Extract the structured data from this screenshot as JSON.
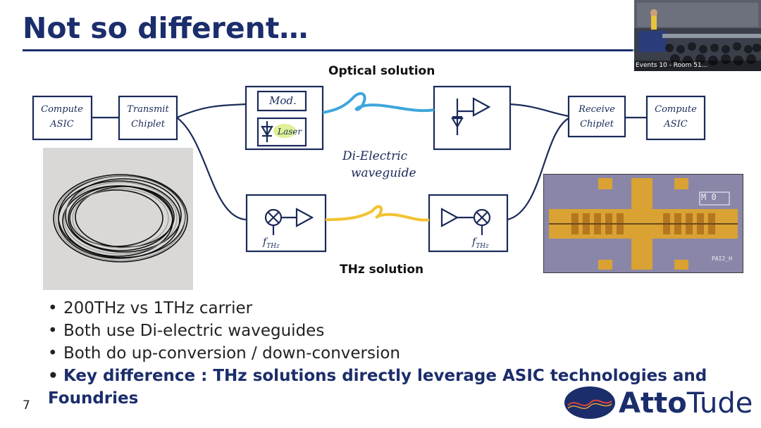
{
  "slide": {
    "title": "Not so different…",
    "page_number": "7"
  },
  "diagram": {
    "optical_label": "Optical solution",
    "thz_label": "THz solution",
    "compute_asic_left": [
      "Compute",
      "ASIC"
    ],
    "transmit_chiplet": [
      "Transmit",
      "Chiplet"
    ],
    "mod": "Mod.",
    "laser": "Laser",
    "waveguide": [
      "Di-Electric",
      "waveguide"
    ],
    "receive_chiplet": [
      "Receive",
      "Chiplet"
    ],
    "compute_asic_right": [
      "Compute",
      "ASIC"
    ],
    "fthz": "f",
    "fthz_sub": "THz",
    "chip_marking_1": "M 0",
    "chip_marking_2": "PAI2_H"
  },
  "bullets": [
    {
      "text": "200THz vs 1THz carrier",
      "key": false
    },
    {
      "text": "Both use Di-electric waveguides",
      "key": false
    },
    {
      "text": "Both do up-conversion / down-conversion",
      "key": false
    },
    {
      "text": "Key difference : THz solutions directly leverage ASIC technologies and Foundries",
      "key": true
    }
  ],
  "video_overlay": {
    "caption": "Events 10 - Room 51..."
  },
  "logo": {
    "bold": "Atto",
    "regular": "Tude"
  },
  "colors": {
    "title_blue": "#1b2d6b",
    "optical_fiber": "#3ea6dc",
    "thz_fiber": "#f2c230",
    "chip_gold": "#d9a233",
    "chip_bg": "#8a86a8"
  }
}
